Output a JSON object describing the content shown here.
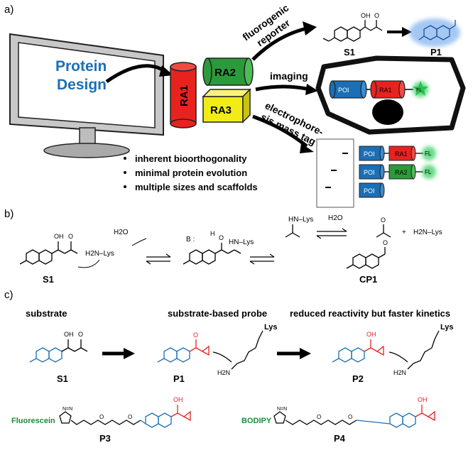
{
  "panel_a": {
    "label": "a)",
    "monitor_text_line1": "Protein",
    "monitor_text_line2": "Design",
    "ra1": "RA1",
    "ra2": "RA2",
    "ra3": "RA3",
    "arrow_fluorogenic_line1": "fluorogenic",
    "arrow_fluorogenic_line2": "reporter",
    "arrow_imaging": "imaging",
    "arrow_electro_line1": "electrophore-",
    "arrow_electro_line2": "sis mass tag",
    "s1_label": "S1",
    "p1_label": "P1",
    "cell_poi": "POI",
    "cell_ra1": "RA1",
    "cell_fl": "FL",
    "gel_rows": [
      {
        "poi": "POI",
        "ra": "RA1",
        "fl": "FL"
      },
      {
        "poi": "POI",
        "ra": "RA2",
        "fl": "FL"
      },
      {
        "poi": "POI"
      }
    ],
    "bullets": [
      "inherent bioorthogonality",
      "minimal protein evolution",
      "multiple sizes and scaffolds"
    ]
  },
  "panel_b": {
    "label": "b)",
    "h2o_1": "H2O",
    "h2n_lys": "H2N–Lys",
    "b_base": "B :",
    "hn_lys": "HN–Lys",
    "hn_lys2": "HN–Lys",
    "h2o_2": "H2O",
    "h2n_lys2": "H2N–Lys",
    "plus": "+",
    "s1_label": "S1",
    "cp1_label": "CP1"
  },
  "panel_c": {
    "label": "c)",
    "head_substrate": "substrate",
    "head_probe": "substrate-based probe",
    "head_reduced": "reduced reactivity but faster kinetics",
    "lys1": "Lys",
    "lys2": "Lys",
    "h2n1": "H2N",
    "h2n2": "H2N",
    "s1_label": "S1",
    "p1_label": "P1",
    "p2_label": "P2",
    "p3_label": "P3",
    "p4_label": "P4",
    "fluorescein": "Fluorescein",
    "bodipy": "BODIPY"
  },
  "colors": {
    "blue": "#1b6fb5",
    "red": "#e8221f",
    "green": "#2c9a3a",
    "yellow": "#f2ec16",
    "dark_green_text": "#238a3a"
  }
}
